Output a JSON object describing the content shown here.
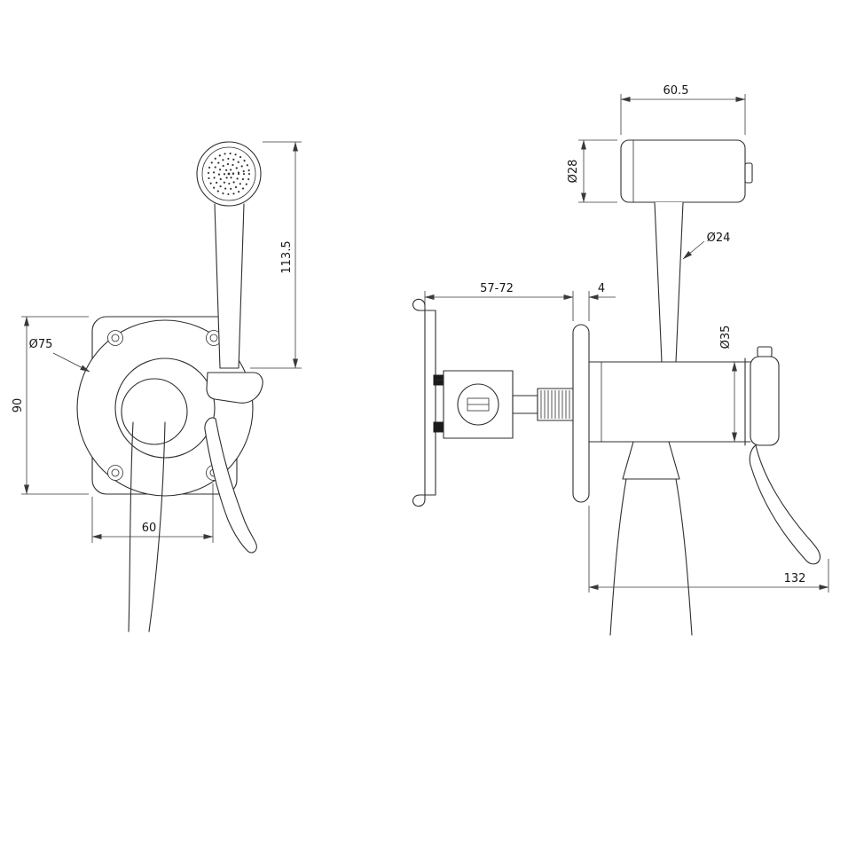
{
  "drawing": {
    "type": "technical-drawing",
    "subject": "wall-mounted bidet sprayer set, front and side views",
    "line_color": "#2e2e2e",
    "background": "#ffffff",
    "dims": {
      "front_height": "113.5",
      "front_plate_dia": "Ø75",
      "front_plate_h": "90",
      "front_offset": "60",
      "side_head_len": "60.5",
      "side_head_dia": "Ø28",
      "side_handle_dia": "Ø24",
      "side_depth_range": "57-72",
      "side_plate_thk": "4",
      "side_body_dia": "Ø35",
      "side_total": "132"
    }
  }
}
